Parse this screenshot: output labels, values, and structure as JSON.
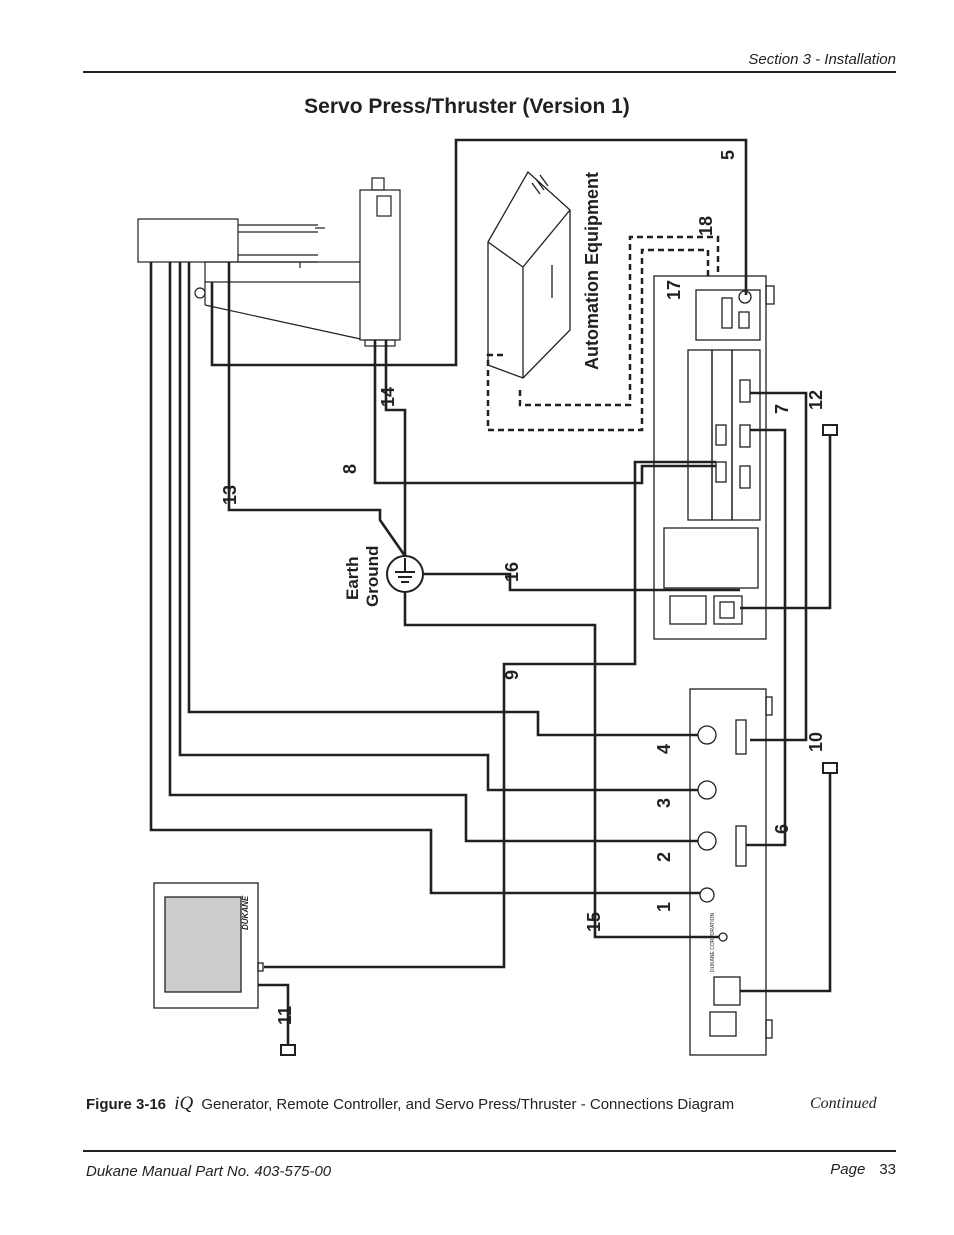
{
  "header": {
    "section": "Section 3 - Installation"
  },
  "title": "Servo Press/Thruster (Version 1)",
  "diagram": {
    "labels": {
      "automation": "Automation Equipment",
      "earth_line1": "Earth",
      "earth_line2": "Ground",
      "monitor_brand": "DUKANE"
    },
    "connection_numbers": [
      "1",
      "2",
      "3",
      "4",
      "5",
      "6",
      "7",
      "8",
      "9",
      "10",
      "11",
      "12",
      "13",
      "14",
      "15",
      "16",
      "17",
      "18"
    ]
  },
  "caption": {
    "figure": "Figure 3-16",
    "product": "iQ",
    "text": "Generator, Remote Controller, and Servo Press/Thruster - Connections Diagram",
    "continued": "Continued"
  },
  "footer": {
    "part": "Dukane Manual Part No. 403-575-00",
    "page_label": "Page",
    "page_number": "33"
  }
}
